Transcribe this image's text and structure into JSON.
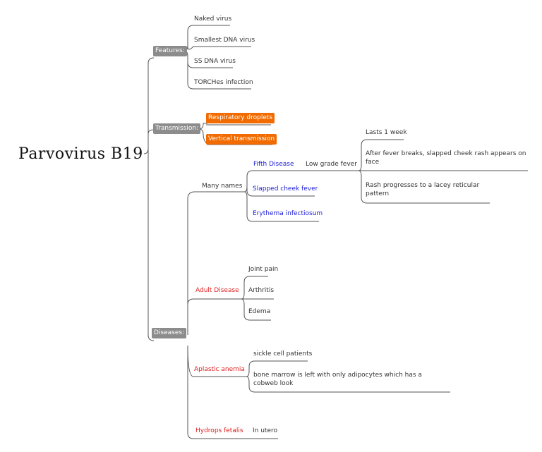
{
  "root": {
    "title": "Parvovirus B19"
  },
  "features": {
    "label": "Features:",
    "items": [
      "Naked virus",
      "Smallest DNA virus",
      "SS DNA virus",
      "TORCHes infection"
    ]
  },
  "transmission": {
    "label": "Transmission:",
    "items": [
      "Respiratory droplets",
      "Vertical transmission"
    ]
  },
  "diseases": {
    "label": "Diseases:",
    "many_names": {
      "label": "Many names",
      "fifth_disease": "Fifth Disease",
      "slapped_cheek": "Slapped cheek fever",
      "erythema": "Erythema infectiosum",
      "low_grade_fever": "Low grade fever",
      "details": [
        "Lasts 1 week",
        "After fever breaks, slapped cheek rash appears on face",
        "Rash progresses to a lacey reticular pattern"
      ]
    },
    "adult_disease": {
      "label": "Adult Disease",
      "items": [
        "Joint pain",
        "Arthritis",
        "Edema"
      ]
    },
    "aplastic_anemia": {
      "label": "Aplastic anemia",
      "items": [
        "sickle cell patients",
        "bone marrow is left with only adipocytes which has a cobweb look"
      ]
    },
    "hydrops_fetalis": {
      "label": "Hydrops fetalis",
      "items": [
        "In utero"
      ]
    }
  },
  "colors": {
    "header": "#8c8c8c",
    "orange": "#f26b00",
    "blue": "#1a1ad6",
    "red": "#e02020",
    "line": "#555555"
  }
}
